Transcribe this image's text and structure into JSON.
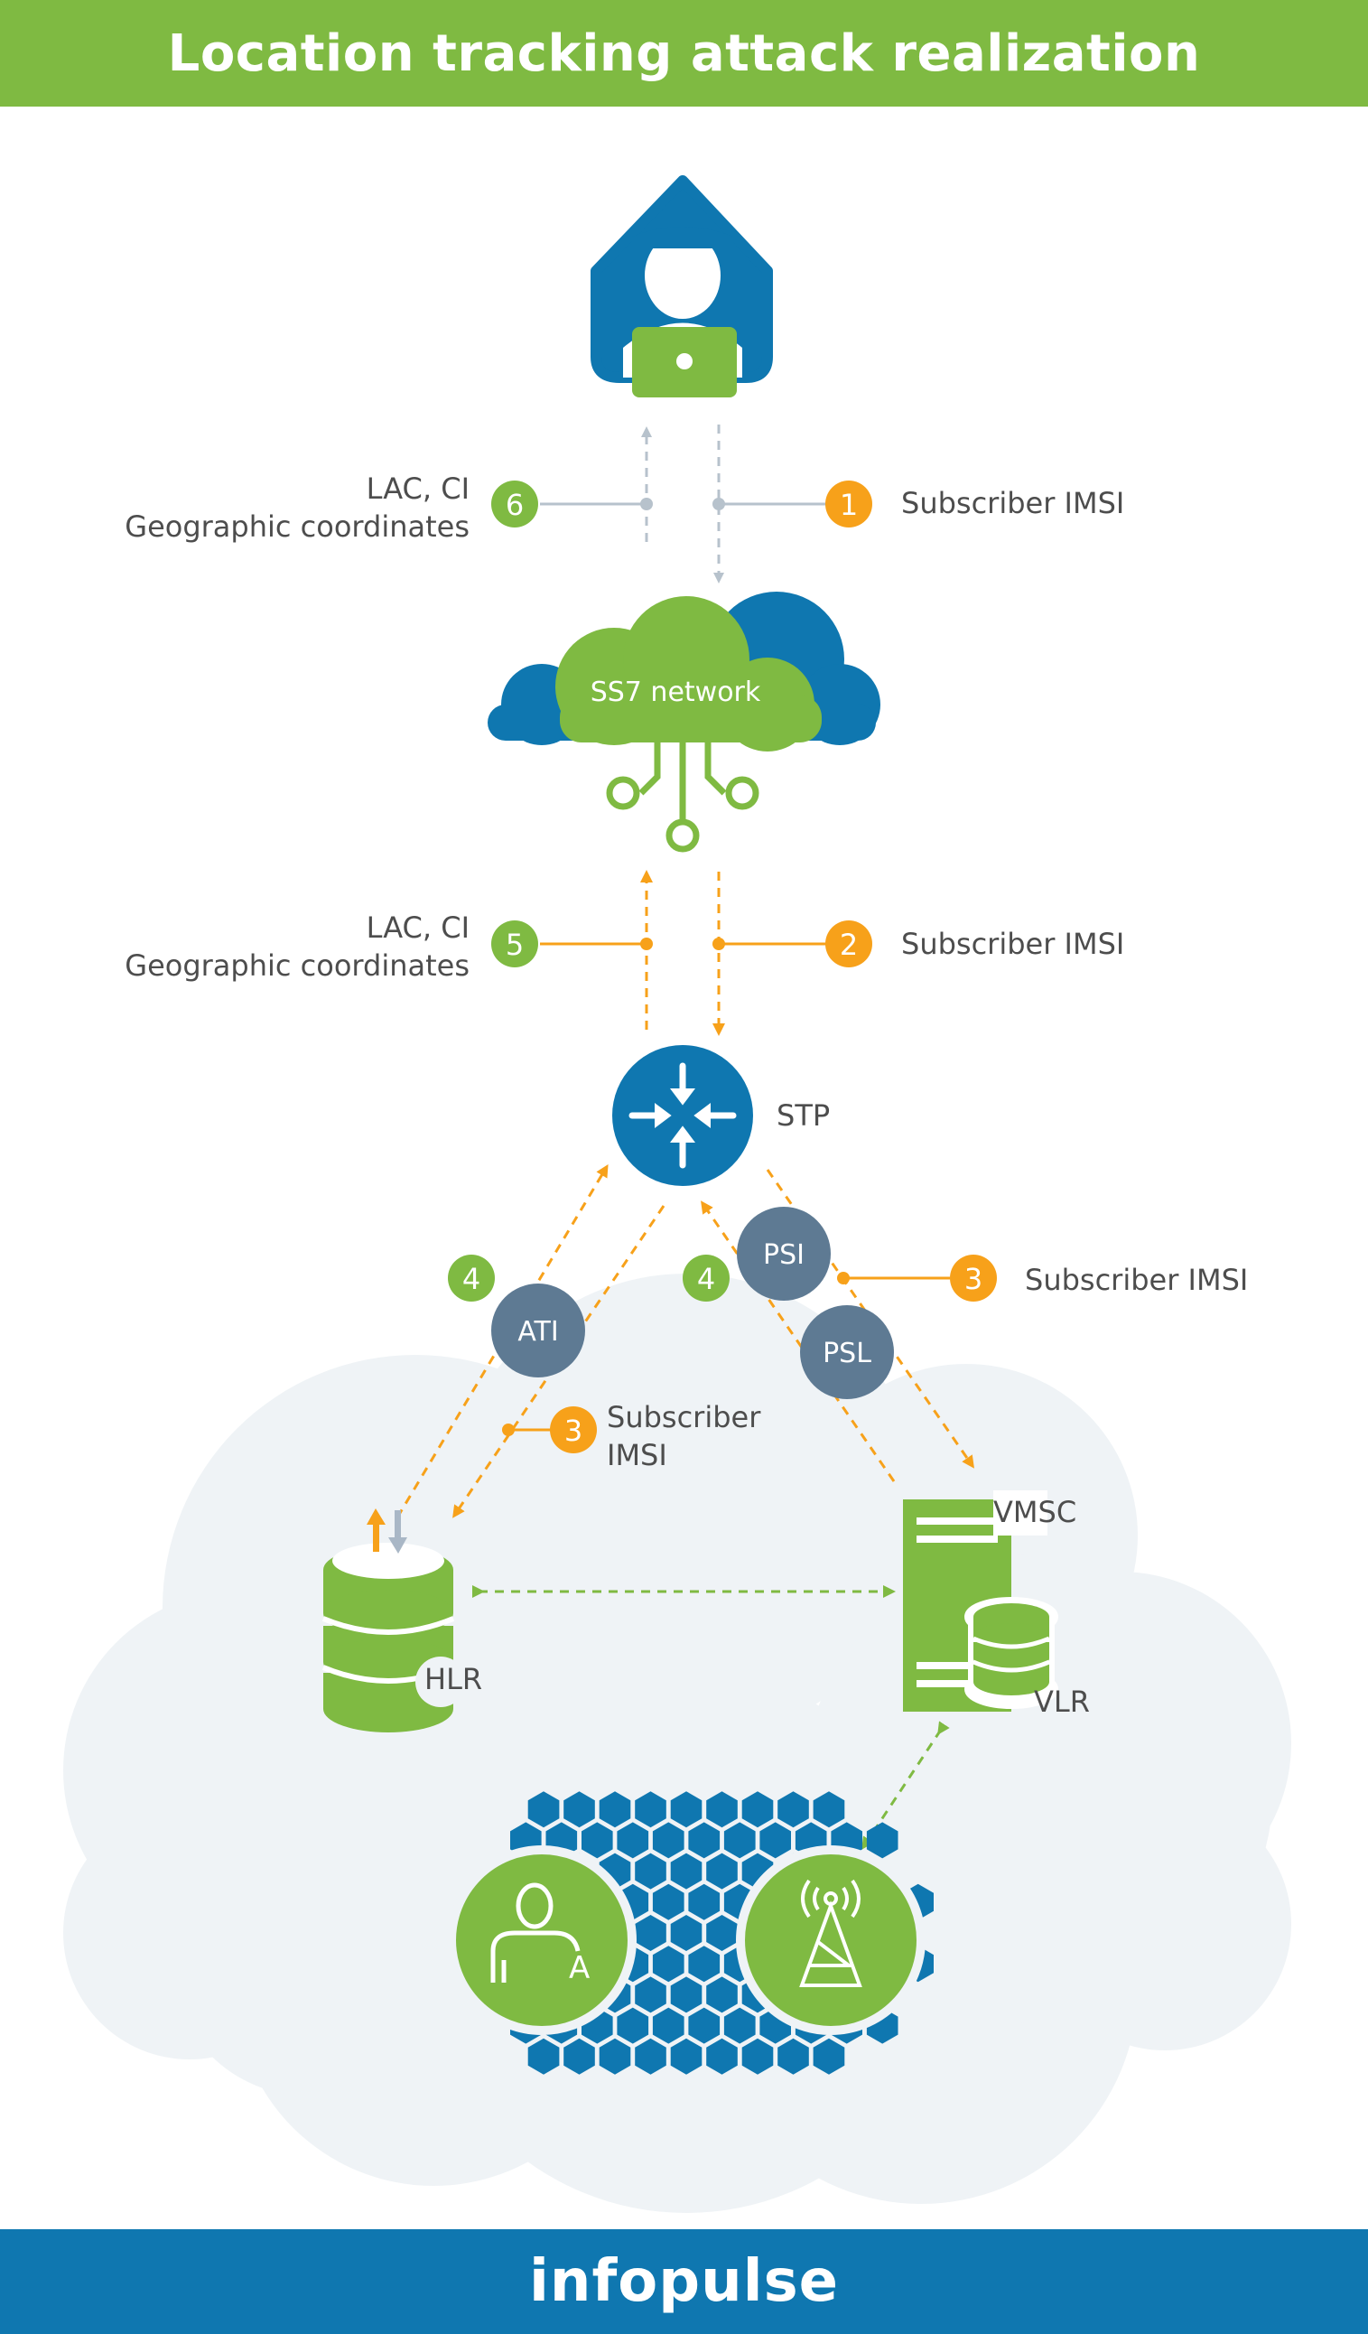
{
  "title": "Location tracking attack realization",
  "brand": "infopulse",
  "colors": {
    "green": "#7fba42",
    "orange": "#f7a11a",
    "blue": "#0f77b0",
    "slate": "#5e7a93",
    "gray_cloud": "#eef2f6",
    "text": "#4d4d4d"
  },
  "nodes": {
    "attacker": {
      "icon": "hacker-laptop-icon"
    },
    "ss7": {
      "label": "SS7 network",
      "icon": "cloud-network-icon"
    },
    "stp": {
      "label": "STP",
      "icon": "arrows-inward-icon"
    },
    "hlr": {
      "label": "HLR",
      "icon": "database-icon"
    },
    "vmsc": {
      "label": "VMSC",
      "icon": "server-icon"
    },
    "vlr": {
      "label": "VLR",
      "icon": "database-icon"
    },
    "subscriber": {
      "label": "A",
      "icon": "user-icon"
    },
    "tower": {
      "icon": "cell-tower-icon"
    }
  },
  "messages": {
    "ati": "ATI",
    "psi": "PSI",
    "psl": "PSL"
  },
  "steps": {
    "s1": {
      "num": "1",
      "text": "Subscriber IMSI"
    },
    "s2": {
      "num": "2",
      "text": "Subscriber IMSI"
    },
    "s3_right": {
      "num": "3",
      "text": "Subscriber IMSI"
    },
    "s3_left": {
      "num": "3",
      "text_line1": "Subscriber",
      "text_line2": "IMSI"
    },
    "s4_left": {
      "num": "4"
    },
    "s4_right": {
      "num": "4"
    },
    "s5": {
      "num": "5",
      "text_line1": "LAC, CI",
      "text_line2": "Geographic coordinates"
    },
    "s6": {
      "num": "6",
      "text_line1": "LAC, CI",
      "text_line2": "Geographic coordinates"
    }
  }
}
